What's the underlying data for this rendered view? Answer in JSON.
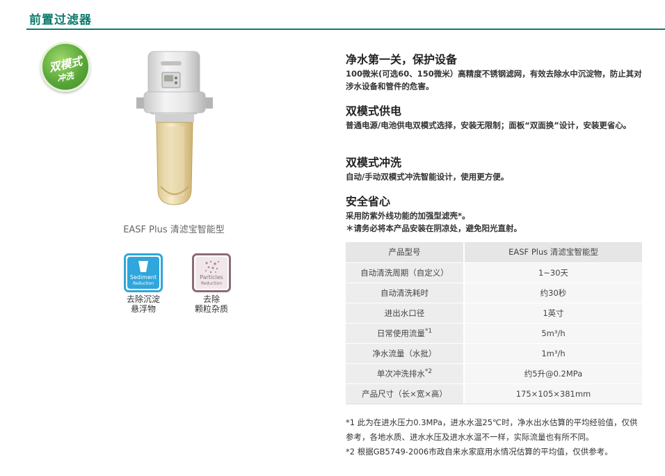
{
  "page": {
    "title": "前置过滤器"
  },
  "badge": {
    "line1": "双模式",
    "line2": "冲洗"
  },
  "product": {
    "caption": "EASF Plus 清滤宝智能型"
  },
  "features": [
    {
      "icon": "sediment-icon",
      "label": "Sediment",
      "sub": "Reduction",
      "caption_l1": "去除沉淀",
      "caption_l2": "悬浮物"
    },
    {
      "icon": "particles-icon",
      "label": "Particles",
      "sub": "Reduction",
      "caption_l1": "去除",
      "caption_l2": "颗粒杂质"
    }
  ],
  "sections": [
    {
      "heading": "净水第一关，保护设备",
      "body": "100微米(可选60、150微米）高精度不锈钢滤网，有效去除水中沉淀物，防止其对涉水设备和管件的危害。"
    },
    {
      "heading": "双模式供电",
      "body": "普通电源/电池供电双模式选择，安装无限制；面板“双面换”设计，安装更省心。"
    },
    {
      "heading": "双模式冲洗",
      "body": "自动/手动双模式冲洗智能设计，使用更方便。"
    },
    {
      "heading": "安全省心",
      "body": "采用防紫外线功能的加强型滤壳*。",
      "body2": "＊请务必将本产品安装在阴凉处，避免阳光直射。"
    }
  ],
  "spec_table": {
    "header": {
      "key": "产品型号",
      "value": "EASF Plus 清滤宝智能型"
    },
    "rows": [
      {
        "key": "自动清洗周期（自定义）",
        "value": "1~30天",
        "sup": ""
      },
      {
        "key": "自动清洗耗时",
        "value": "约30秒",
        "sup": ""
      },
      {
        "key": "进出水口径",
        "value": "1英寸",
        "sup": ""
      },
      {
        "key": "日常使用流量",
        "value": "5m³/h",
        "sup": "*1"
      },
      {
        "key": "净水流量（水批）",
        "value": "1m³/h",
        "sup": ""
      },
      {
        "key": "单次冲洗排水",
        "value": "约5升@0.2MPa",
        "sup": "*2"
      },
      {
        "key": "产品尺寸（长×宽×高）",
        "value": "175×105×381mm",
        "sup": ""
      }
    ]
  },
  "notes": {
    "n1": "*1 此为在进水压力0.3MPa，进水水温25℃时，净水出水估算的平均经验值，仅供参考，各地水质、进水水压及进水水温不一样，实际流量也有所不同。",
    "n2": "*2 根据GB5749-2006市政自来水家庭用水情况估算的平均值，仅供参考。"
  },
  "colors": {
    "accent": "#0d7a6b",
    "sediment": "#2fa6dc",
    "particles": "#8c6b74",
    "badge": "#5aa83a"
  }
}
